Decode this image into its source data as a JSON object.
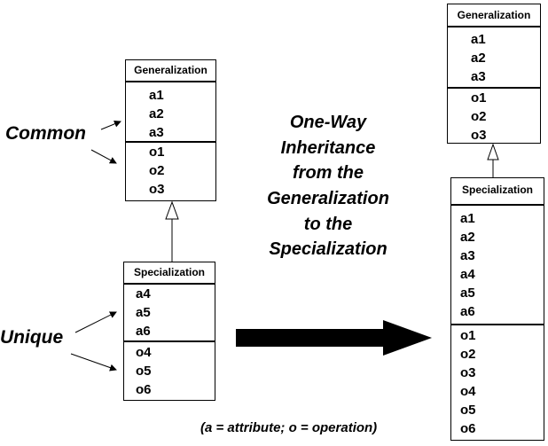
{
  "diagrams": {
    "left_general": {
      "title": "Generalization",
      "attributes": [
        "a1",
        "a2",
        "a3"
      ],
      "operations": [
        "o1",
        "o2",
        "o3"
      ]
    },
    "left_special": {
      "title": "Specialization",
      "attributes": [
        "a4",
        "a5",
        "a6"
      ],
      "operations": [
        "o4",
        "o5",
        "o6"
      ]
    },
    "right_general": {
      "title": "Generalization",
      "attributes": [
        "a1",
        "a2",
        "a3"
      ],
      "operations": [
        "o1",
        "o2",
        "o3"
      ]
    },
    "right_special": {
      "title": "Specialization",
      "attributes": [
        "a1",
        "a2",
        "a3",
        "a4",
        "a5",
        "a6"
      ],
      "operations": [
        "o1",
        "o2",
        "o3",
        "o4",
        "o5",
        "o6"
      ]
    }
  },
  "labels": {
    "common": "Common",
    "unique": "Unique",
    "center_lines": [
      "One-Way",
      "Inheritance",
      "from the",
      "Generalization",
      "to the",
      "Specialization"
    ],
    "legend": "(a = attribute; o = operation)"
  }
}
